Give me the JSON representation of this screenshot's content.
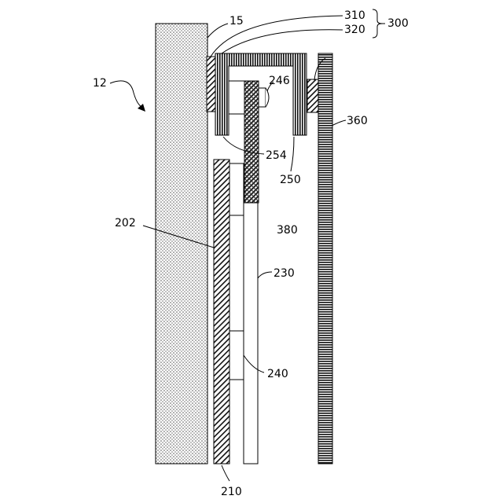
{
  "labels": {
    "wall": "12",
    "wall_face": "15",
    "upper_member": "310",
    "lower_member": "320",
    "assembly": "300",
    "connector": "246",
    "rail_bar": "360",
    "bracket_a": "254",
    "bracket_b": "250",
    "panel_edge": "202",
    "space": "380",
    "rod": "230",
    "spacer": "240",
    "plate": "210"
  }
}
